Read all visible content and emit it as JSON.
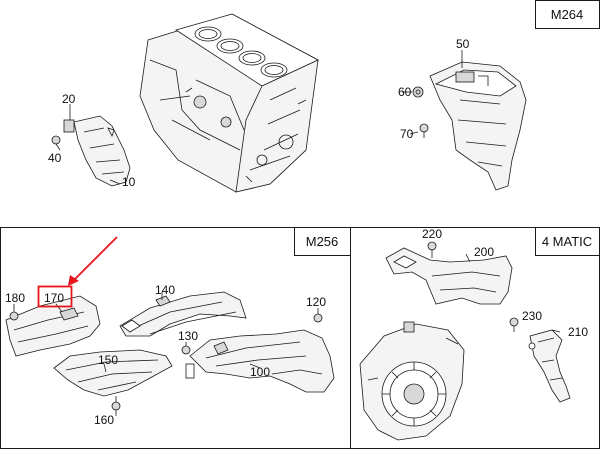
{
  "sections": {
    "m264": "M264",
    "m256": "M256",
    "matic": "4 MATIC"
  },
  "labels": {
    "p10": "10",
    "p20": "20",
    "p40": "40",
    "p50": "50",
    "p60": "60",
    "p70": "70",
    "p100": "100",
    "p120": "120",
    "p130": "130",
    "p140": "140",
    "p150": "150",
    "p160": "160",
    "p170": "170",
    "p180": "180",
    "p200": "200",
    "p210": "210",
    "p220": "220",
    "p230": "230"
  },
  "colors": {
    "highlight": "#e8141c",
    "line": "#1a1a1a"
  }
}
